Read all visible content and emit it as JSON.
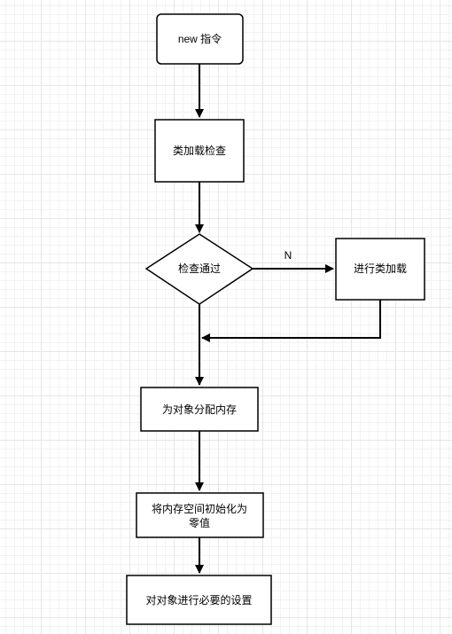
{
  "diagram": {
    "nodes": {
      "start": "new 指令",
      "class_load_check": "类加载检查",
      "check_passed": "检查通过",
      "do_class_load": "进行类加载",
      "allocate_memory": "为对象分配内存",
      "zero_init_line1": "将内存空间初始化为",
      "zero_init_line2": "零值",
      "necessary_setup": "对对象进行必要的设置"
    },
    "edge_labels": {
      "no": "N"
    }
  }
}
